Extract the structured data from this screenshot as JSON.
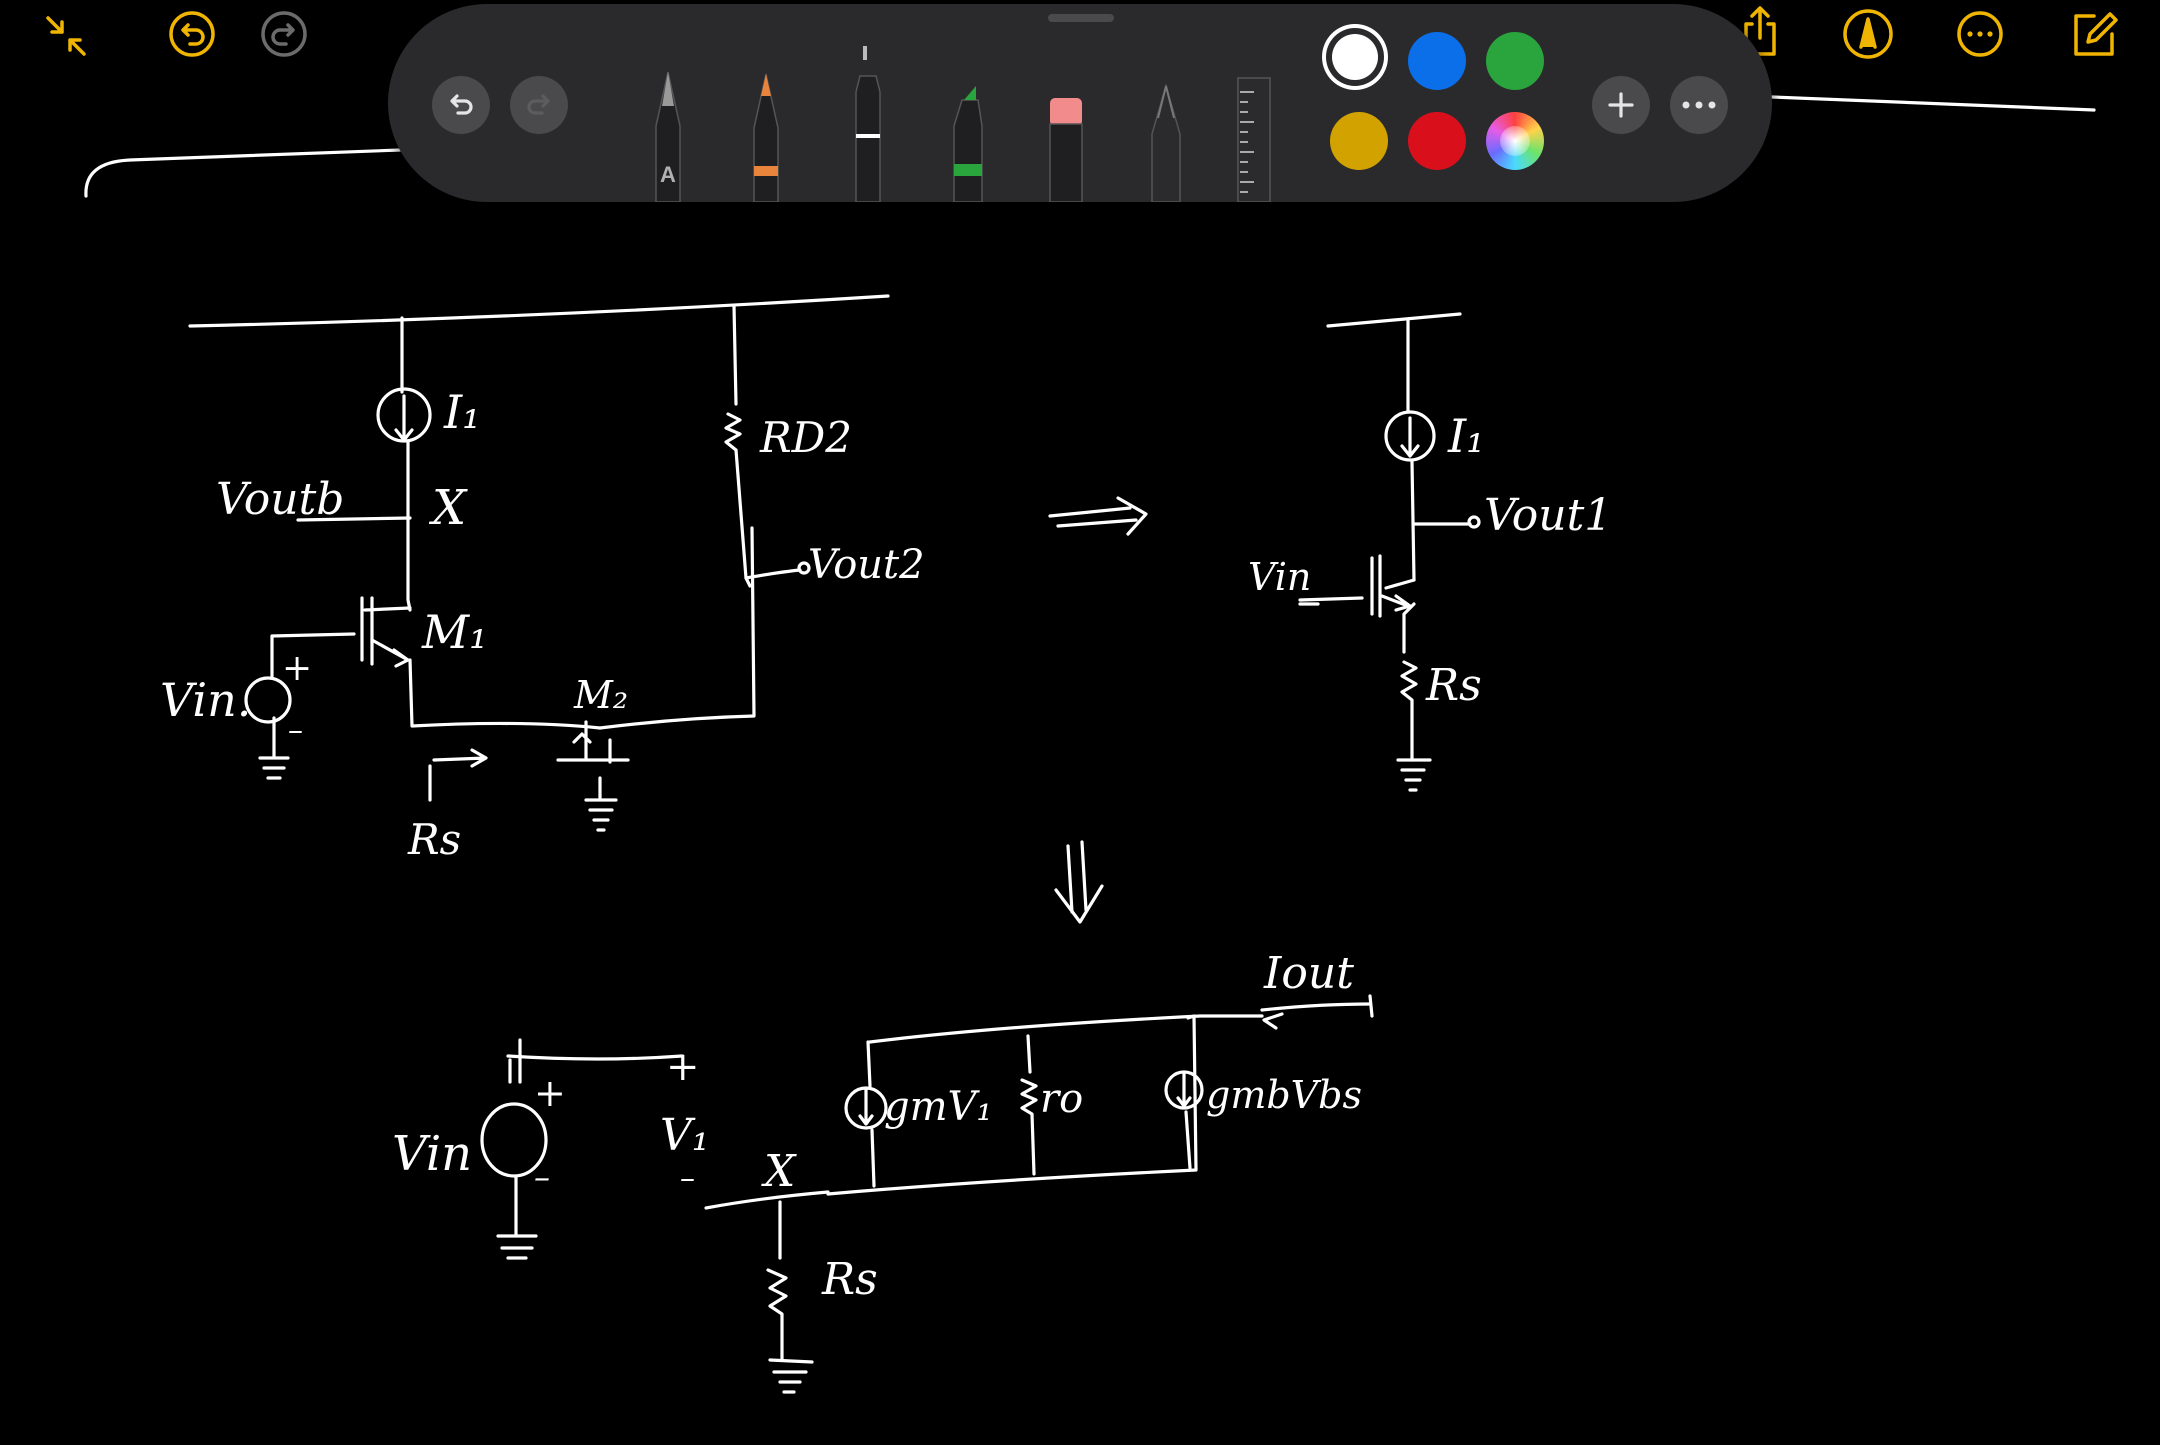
{
  "toolbar": {
    "palette_title": "Markup tools",
    "tool_label_a": "A",
    "colors": {
      "white": "#ffffff",
      "blue": "#0a6fe8",
      "green": "#2aa43c",
      "yellow": "#d2a200",
      "red": "#d9101c",
      "accent": "#f0b500"
    }
  },
  "icons": {
    "collapse": "collapse-icon",
    "undo": "undo-icon",
    "redo": "redo-icon",
    "share": "share-icon",
    "markup": "markup-icon",
    "more": "more-icon",
    "compose": "compose-icon",
    "add": "plus-icon",
    "palette_more": "ellipsis-icon"
  },
  "sketch": {
    "left_circuit": {
      "i1": "I₁",
      "rd2": "RD2",
      "voutb": "Voutb",
      "x": "X",
      "vout2": "Vout2",
      "m1": "M₁",
      "m2": "M₂",
      "vin": "Vin.",
      "rs": "Rs",
      "plus": "+",
      "minus": "–"
    },
    "arrow_right": "⇒",
    "right_circuit": {
      "i1": "I₁",
      "vout1": "Vout1",
      "vin": "Vin",
      "rs": "Rs"
    },
    "arrow_down": "⇓",
    "bottom_circuit": {
      "iout": "Iout",
      "vin": "Vin",
      "plus": "+",
      "minus": "–",
      "v1": "V₁",
      "v1_plus": "+",
      "v1_minus": "–",
      "x": "X",
      "gmv1": "gmV₁",
      "ro": "ro",
      "gmbvbs": "gmbVbs",
      "rs": "Rs"
    }
  }
}
